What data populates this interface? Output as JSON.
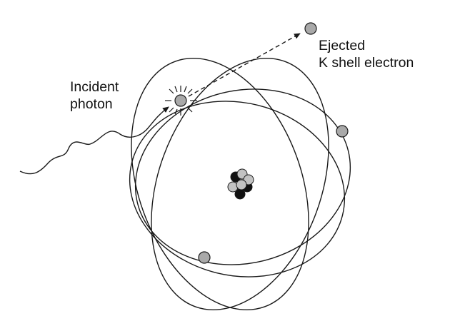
{
  "labels": {
    "incident_line1": "Incident",
    "incident_line2": "photon",
    "ejected_line1": "Ejected",
    "ejected_line2": "K shell electron"
  },
  "colors": {
    "line": "#1a1a1a",
    "electron_fill": "#a9a9a9",
    "proton_fill": "#c2c2c2",
    "neutron_fill": "#111111",
    "background": "#ffffff"
  }
}
